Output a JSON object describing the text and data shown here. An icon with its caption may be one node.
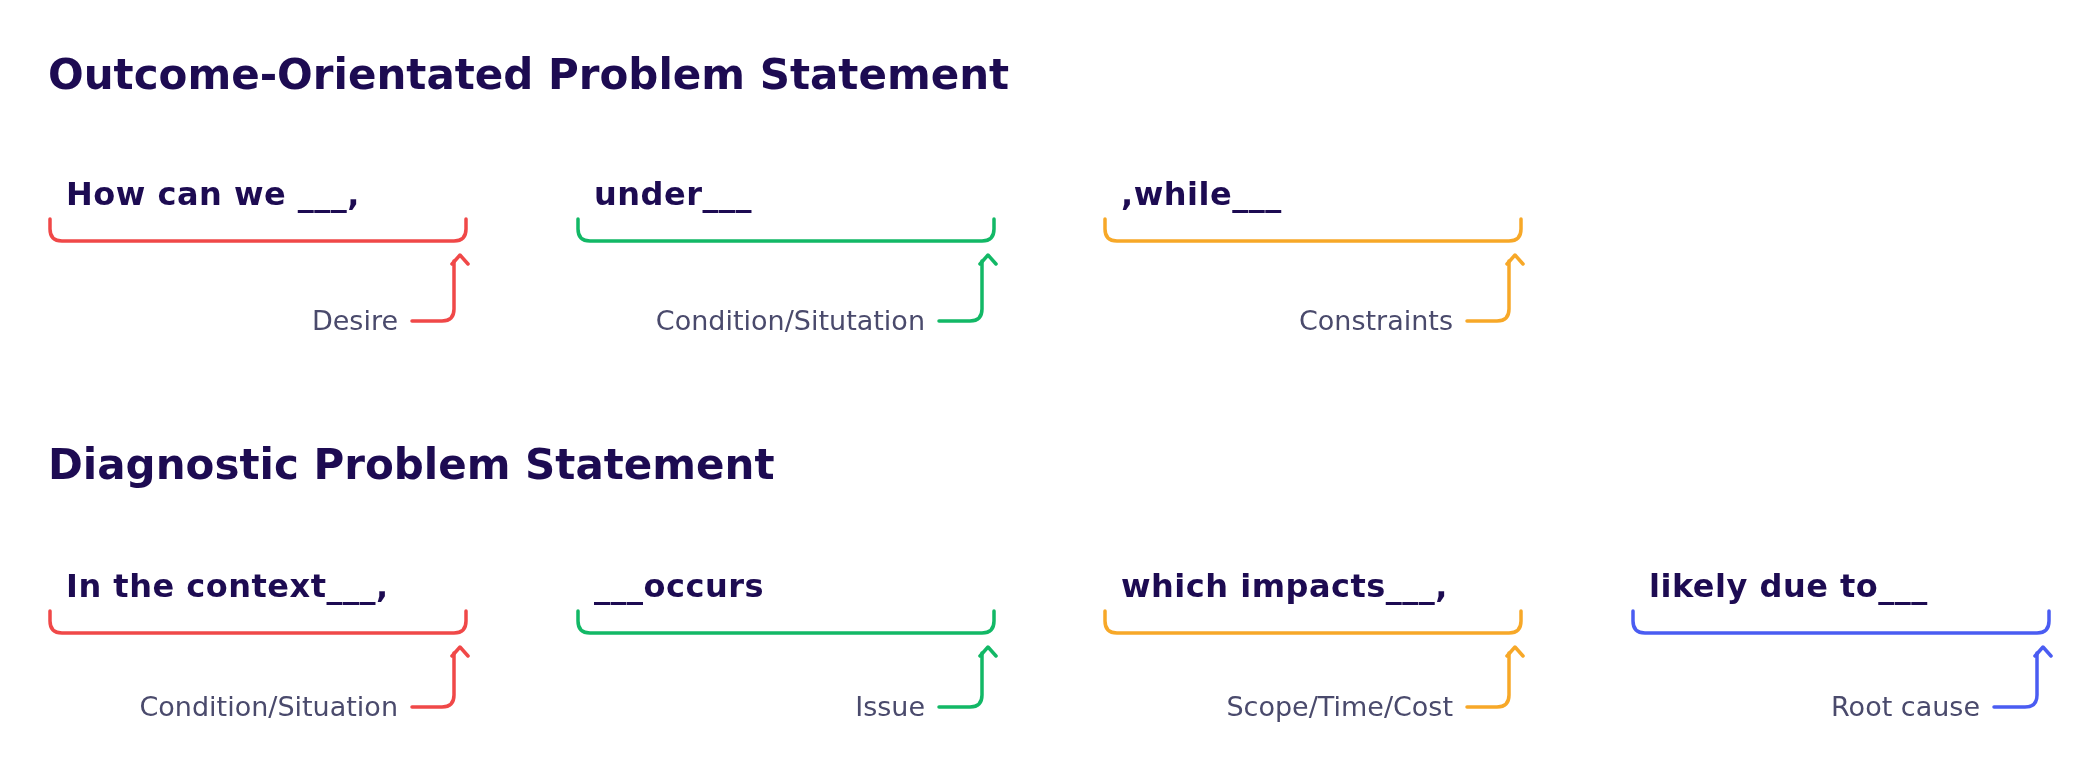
{
  "diagram": {
    "nodes": [
      {
        "text": [
          "How can we ___,"
        ]
      },
      {
        "text": [
          "under___"
        ]
      },
      {
        "text": [
          ",while___"
        ]
      },
      {
        "text": [
          "Desire"
        ]
      },
      {
        "text": [
          "Condition/Situtation"
        ]
      },
      {
        "text": [
          "Constraints"
        ]
      },
      {
        "text": [
          "In the context___,"
        ]
      },
      {
        "text": [
          "___occurs"
        ]
      },
      {
        "text": [
          "which impacts___,"
        ]
      },
      {
        "text": [
          "likely due to___"
        ]
      },
      {
        "text": [
          "Condition/Situation"
        ]
      },
      {
        "text": [
          "Issue"
        ]
      },
      {
        "text": [
          "Scope/Time/Cost"
        ]
      },
      {
        "text": [
          "Root cause"
        ]
      }
    ],
    "edges": [
      {
        "from": 3,
        "to": 0,
        "arrow": "to",
        "color": "#f04848"
      },
      {
        "from": 4,
        "to": 1,
        "arrow": "to",
        "color": "#12b866"
      },
      {
        "from": 5,
        "to": 2,
        "arrow": "to",
        "color": "#f7a828"
      },
      {
        "from": 10,
        "to": 6,
        "arrow": "to",
        "color": "#f04848"
      },
      {
        "from": 11,
        "to": 7,
        "arrow": "to",
        "color": "#12b866"
      },
      {
        "from": 12,
        "to": 8,
        "arrow": "to",
        "color": "#f7a828"
      },
      {
        "from": 13,
        "to": 9,
        "arrow": "to",
        "color": "#4a5cf2"
      }
    ],
    "labels": [
      "Outcome-Orientated Problem Statement",
      "Diagnostic Problem Statement"
    ]
  }
}
